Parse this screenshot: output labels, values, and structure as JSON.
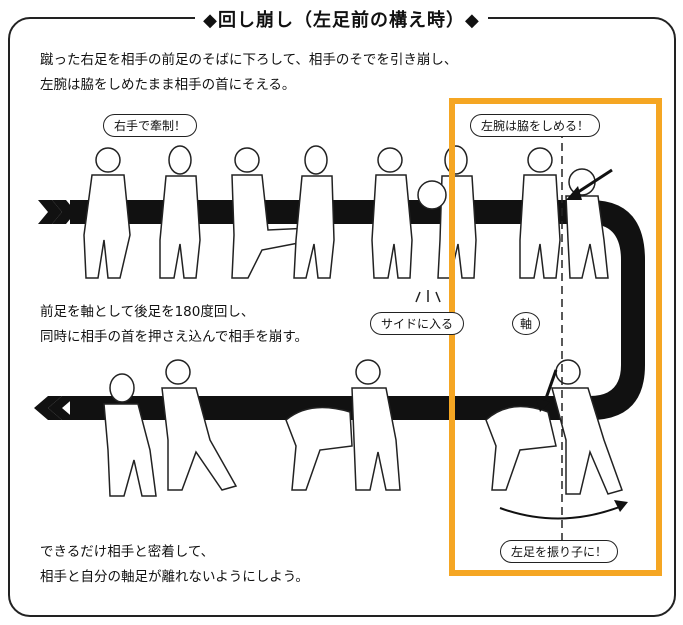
{
  "title": "◆回し崩し（左足前の構え時）◆",
  "intro": {
    "line1": "蹴った右足を相手の前足のそばに下ろして、相手のそでを引き崩し、",
    "line2": "左腕は脇をしめたまま相手の首にそえる。"
  },
  "middle": {
    "line1": "前足を軸として後足を180度回し、",
    "line2": "同時に相手の首を押さえ込んで相手を崩す。"
  },
  "bottom": {
    "line1": "できるだけ相手と密着して、",
    "line2": "相手と自分の軸足が離れないようにしよう。"
  },
  "bubbles": {
    "right_hand": "右手で牽制！",
    "left_arm": "左腕は脇をしめる！",
    "side": "サイドに入る",
    "axis": "軸",
    "left_foot": "左足を振り子に！"
  },
  "colors": {
    "highlight": "#f5a623",
    "arrow": "#111111"
  }
}
